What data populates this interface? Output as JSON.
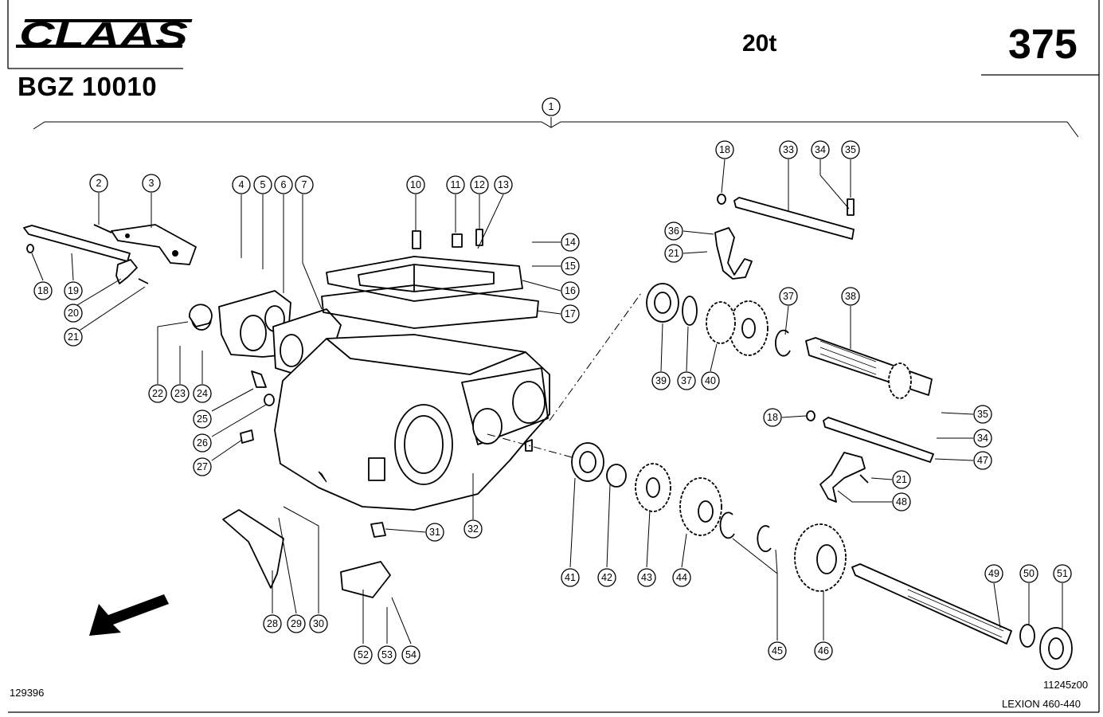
{
  "header": {
    "brand_logo_text": "CLAAS",
    "part_number": "BGZ 10010",
    "weight": "20t",
    "page_number": "375"
  },
  "footer": {
    "doc_ref": "129396",
    "figure_ref": "11245z00",
    "model": "LEXION 460-440"
  },
  "diagram": {
    "description_free": true,
    "assembly_callout": "1",
    "callouts": [
      "2",
      "3",
      "4",
      "5",
      "6",
      "7",
      "10",
      "11",
      "12",
      "13",
      "14",
      "15",
      "16",
      "17",
      "18",
      "19",
      "20",
      "21",
      "22",
      "23",
      "24",
      "25",
      "26",
      "27",
      "28",
      "29",
      "30",
      "31",
      "32",
      "33",
      "34",
      "35",
      "36",
      "37",
      "38",
      "39",
      "40",
      "41",
      "42",
      "43",
      "44",
      "45",
      "46",
      "47",
      "48",
      "49",
      "50",
      "51",
      "52",
      "53",
      "54"
    ],
    "colors": {
      "ink": "#000000",
      "paper": "#ffffff"
    }
  }
}
